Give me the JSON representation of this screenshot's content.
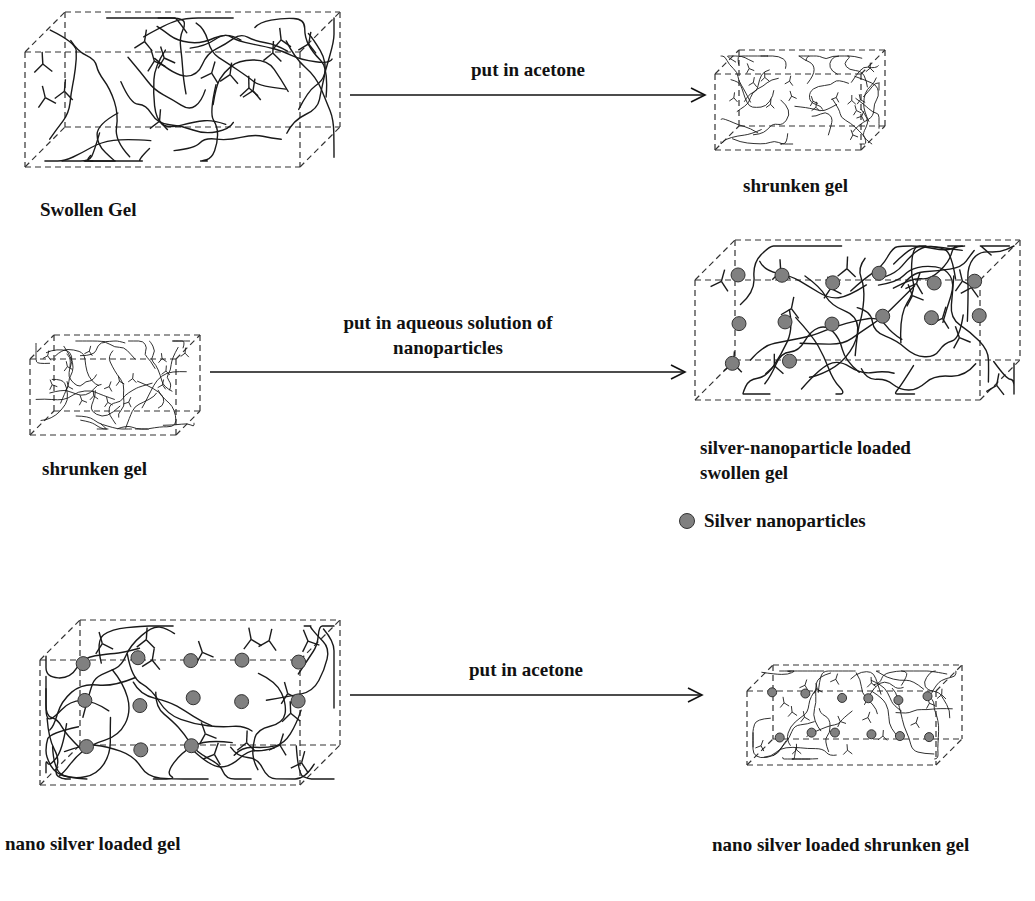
{
  "diagram": {
    "nodes": [
      {
        "text": [
          "Swollen Gel"
        ]
      },
      {
        "text": [
          "shrunken gel"
        ]
      },
      {
        "text": [
          "shrunken gel"
        ]
      },
      {
        "text": [
          "silver-nanoparticle loaded swollen gel"
        ]
      },
      {
        "text": [
          "nano silver loaded gel"
        ]
      },
      {
        "text": [
          "nano silver loaded shrunken gel"
        ]
      }
    ],
    "edges": [
      {
        "from": 0,
        "to": 1,
        "label": "put in acetone",
        "arrow": "to"
      },
      {
        "from": 2,
        "to": 3,
        "label": "put in aqueous solution of nanoparticles",
        "arrow": "to"
      },
      {
        "from": 4,
        "to": 5,
        "label": "put in acetone",
        "arrow": "to"
      }
    ],
    "legend": [
      {
        "text": "Silver nanoparticles",
        "color": "#808080"
      }
    ]
  }
}
